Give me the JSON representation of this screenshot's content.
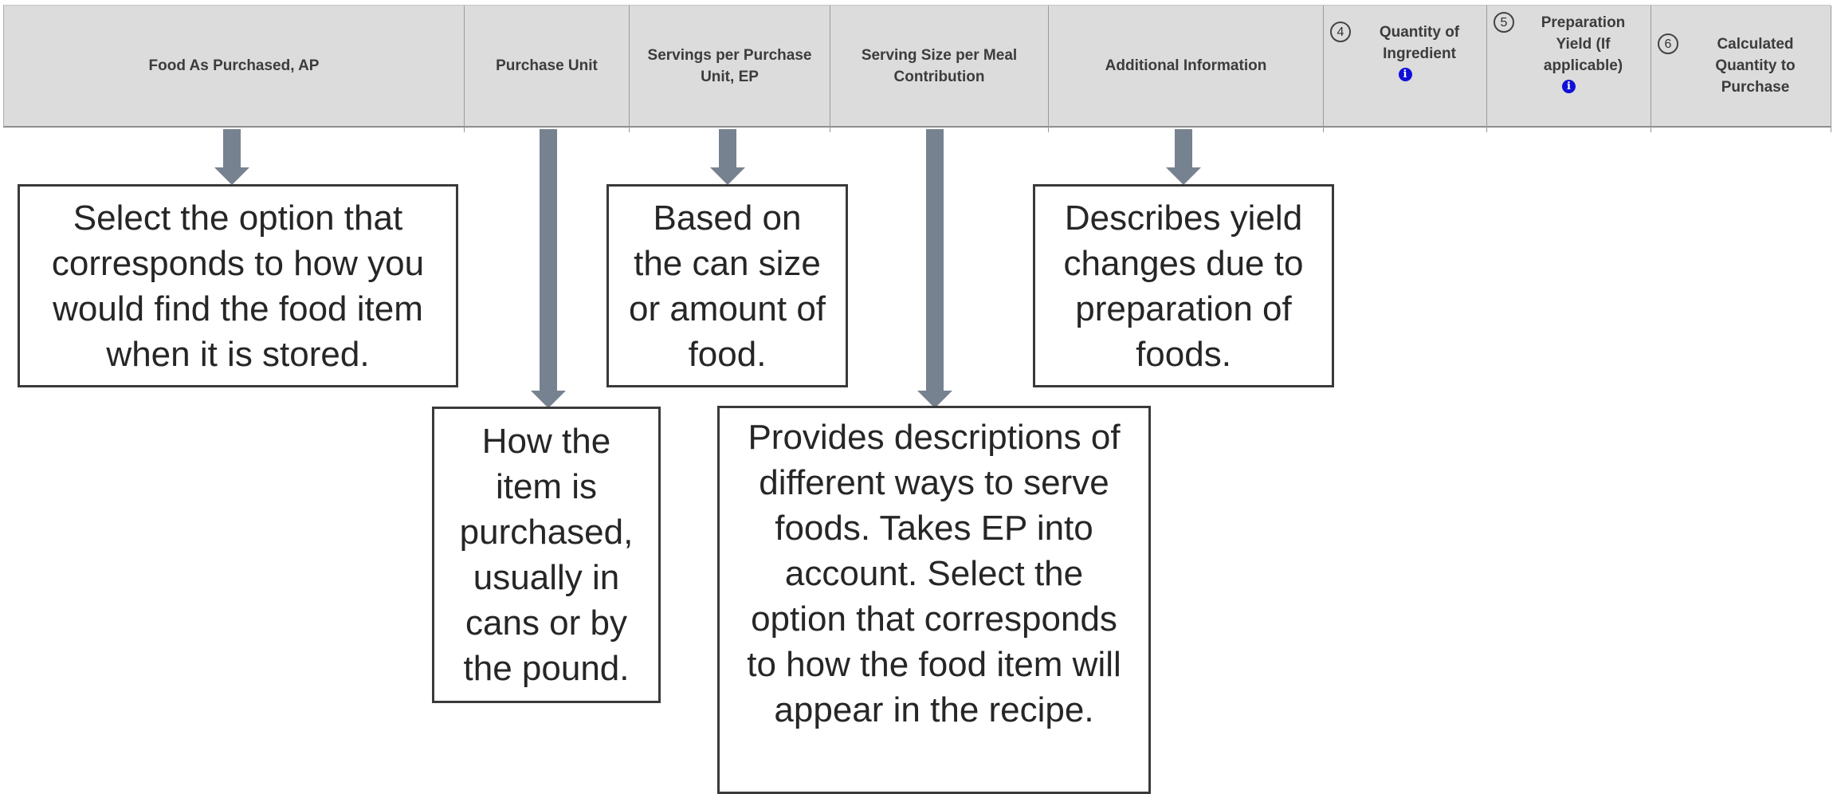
{
  "header": {
    "columns": [
      {
        "label": "Food As Purchased, AP"
      },
      {
        "label": "Purchase Unit"
      },
      {
        "label": "Servings per Purchase Unit, EP"
      },
      {
        "label": "Serving Size per Meal Contribution"
      },
      {
        "label": "Additional Information"
      },
      {
        "number": "4",
        "label": "Quantity of Ingredient"
      },
      {
        "number": "5",
        "label": "Preparation Yield (If applicable)"
      },
      {
        "number": "6",
        "label": "Calculated Quantity to Purchase"
      }
    ]
  },
  "info_icon_glyph": "i",
  "callouts": {
    "food_as_purchased": "Select the option that corresponds to how you would find the food item when it is stored.",
    "purchase_unit": "How the item is purchased, usually in cans or by the pound.",
    "servings_per_unit": "Based on the can size or amount of food.",
    "serving_size": "Provides descriptions of different ways to serve foods. Takes EP into account. Select the option that corresponds to how the food item will appear in the recipe.",
    "additional_info": "Describes yield changes due to preparation of foods."
  },
  "colors": {
    "header_bg": "#dcdcdc",
    "arrow": "#76828f",
    "info_icon": "#1010d8",
    "callout_border": "#3a3a3a"
  }
}
